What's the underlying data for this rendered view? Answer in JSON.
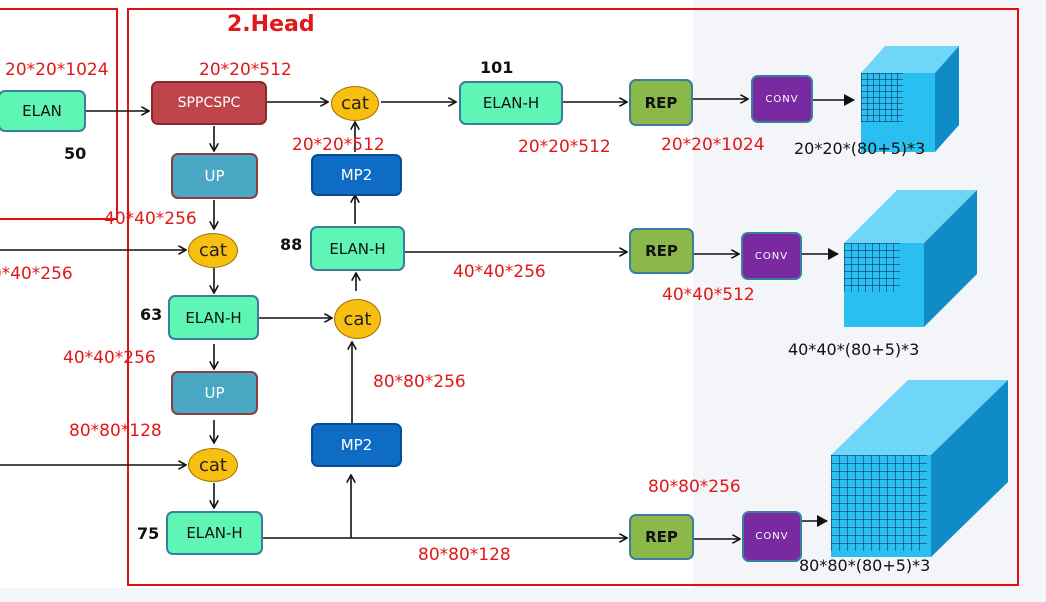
{
  "title": "2.Head",
  "blocks": {
    "elan_backbone": "ELAN",
    "sppcspc": "SPPCSPC",
    "up1": "UP",
    "up2": "UP",
    "cat_top": "cat",
    "cat1": "cat",
    "cat2": "cat",
    "cat_mid": "cat",
    "elan_h_101": "ELAN-H",
    "elan_h_88": "ELAN-H",
    "elan_h_63": "ELAN-H",
    "elan_h_75": "ELAN-H",
    "mp2_top": "MP2",
    "mp2_bottom": "MP2",
    "rep1": "REP",
    "rep2": "REP",
    "rep3": "REP",
    "conv1": "CONV",
    "conv2": "CONV",
    "conv3": "CONV"
  },
  "layer_numbers": {
    "n50": "50",
    "n101": "101",
    "n88": "88",
    "n63": "63",
    "n75": "75"
  },
  "dims": {
    "d1": "20*20*1024",
    "d2": "20*20*512",
    "d3": "20*20*512",
    "d4": "20*20*512",
    "d5": "20*20*1024",
    "d6": "40*40*256",
    "d7": "40*40*256",
    "d8": "40*40*256",
    "d9": "40*40*512",
    "d10": "40*40*256",
    "d11": "80*80*256",
    "d12": "80*80*128",
    "d13": "80*80*256",
    "d14": "80*80*128"
  },
  "outputs": {
    "o1": "20*20*(80+5)*3",
    "o2": "40*40*(80+5)*3",
    "o3": "80*80*(80+5)*3"
  },
  "colors": {
    "frame": "#e01010",
    "dim_text": "#e01818",
    "elan": "#5ff5b5",
    "sppcspc": "#c0454a",
    "up": "#4aa8c4",
    "mp2": "#0e6cc4",
    "rep": "#8cb84a",
    "conv": "#7a2aa0",
    "cat": "#f8bf10",
    "cube": "#29bff0"
  }
}
